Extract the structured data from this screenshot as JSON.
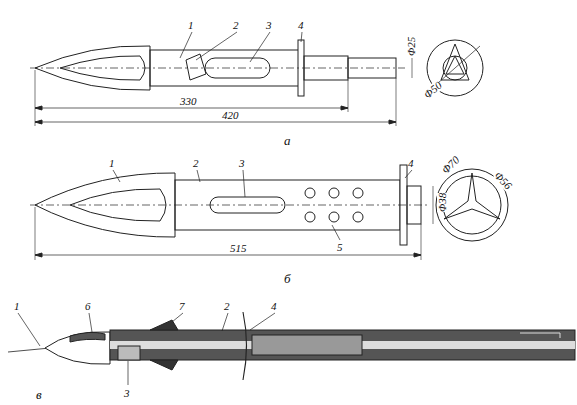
{
  "diagram": {
    "labels": [
      "1",
      "2",
      "3",
      "4",
      "Φ25",
      "Φ50",
      "330",
      "420",
      "а",
      "1",
      "2",
      "3",
      "4",
      "5",
      "Φ70",
      "Φ56",
      "Φ38",
      "515",
      "б",
      "1",
      "6",
      "7",
      "2",
      "4",
      "3",
      "в"
    ]
  }
}
